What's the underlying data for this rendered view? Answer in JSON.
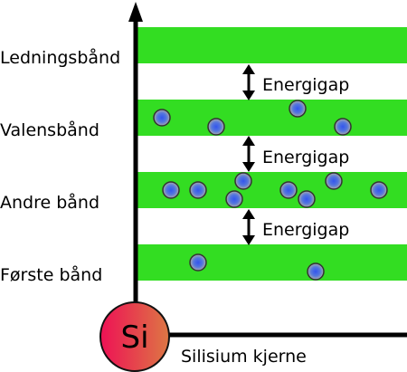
{
  "colors": {
    "band": "#33dd22",
    "axis": "#000000",
    "electron_core": "#3355ee",
    "electron_edge": "#999999",
    "nucleus_left": "#ee1155",
    "nucleus_right": "#dd7744"
  },
  "bands": [
    {
      "label": "Ledningsbånd",
      "electrons": 0
    },
    {
      "label": "Valensbånd",
      "electrons": 4
    },
    {
      "label": "Andre bånd",
      "electrons": 8
    },
    {
      "label": "Første bånd",
      "electrons": 2
    }
  ],
  "gaps": [
    {
      "label": "Energigap"
    },
    {
      "label": "Energigap"
    },
    {
      "label": "Energigap"
    }
  ],
  "nucleus": {
    "symbol": "Si"
  },
  "axis": {
    "caption": "Silisium kjerne",
    "y_arrow": "up-arrow-icon"
  }
}
